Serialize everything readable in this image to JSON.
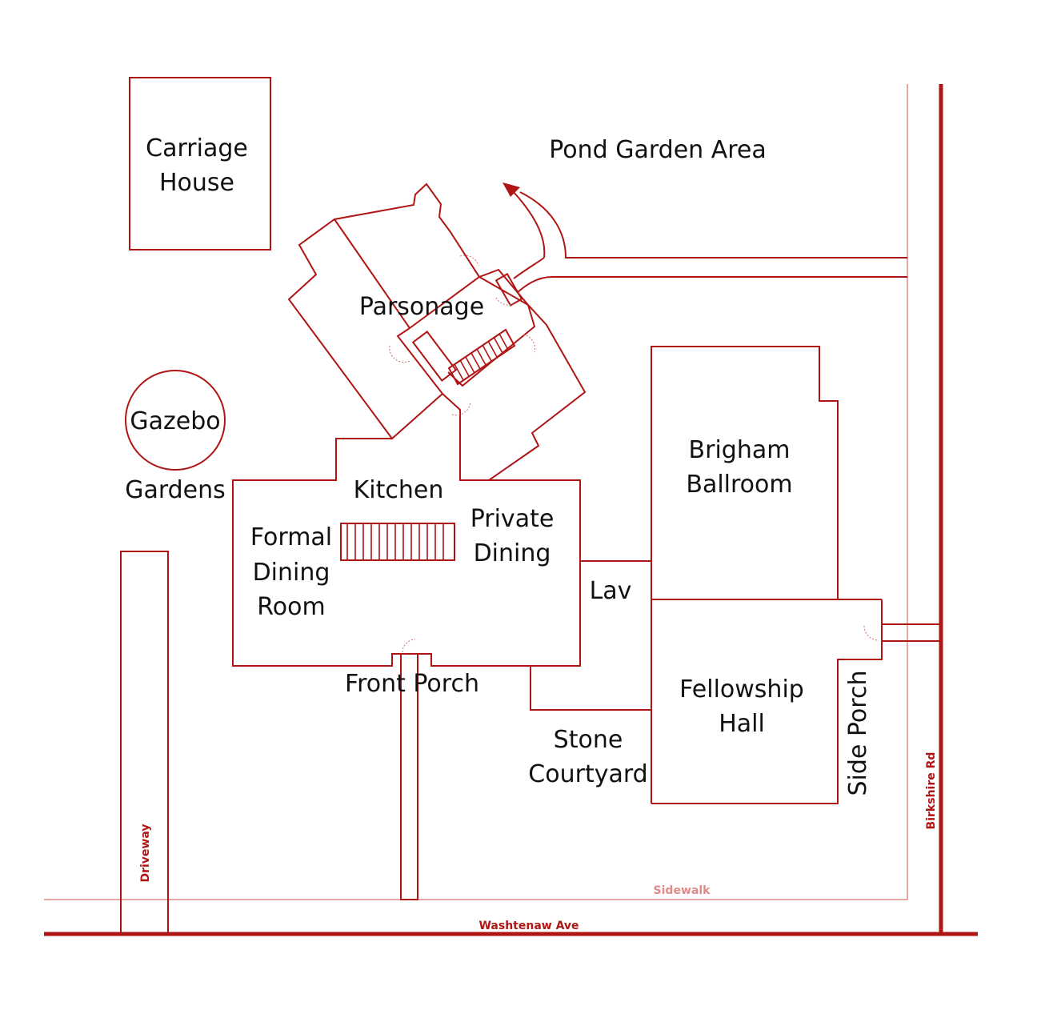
{
  "map": {
    "colors": {
      "line": "#b01515",
      "light_line": "#e08a8a",
      "label": "#111111",
      "background": "#ffffff"
    },
    "labels": {
      "carriage_house_1": "Carriage",
      "carriage_house_2": "House",
      "pond_garden_area": "Pond Garden Area",
      "parsonage": "Parsonage",
      "gazebo": "Gazebo",
      "gardens": "Gardens",
      "kitchen": "Kitchen",
      "formal_dining_1": "Formal",
      "formal_dining_2": "Dining",
      "formal_dining_3": "Room",
      "private_dining_1": "Private",
      "private_dining_2": "Dining",
      "brigham_ballroom_1": "Brigham",
      "brigham_ballroom_2": "Ballroom",
      "lav": "Lav",
      "fellowship_hall_1": "Fellowship",
      "fellowship_hall_2": "Hall",
      "front_porch": "Front Porch",
      "stone_courtyard_1": "Stone",
      "stone_courtyard_2": "Courtyard",
      "side_porch": "Side Porch"
    },
    "streets": {
      "driveway": "Driveway",
      "sidewalk": "Sidewalk",
      "washtenaw_ave": "Washtenaw Ave",
      "birkshire_rd": "Birkshire Rd"
    }
  }
}
